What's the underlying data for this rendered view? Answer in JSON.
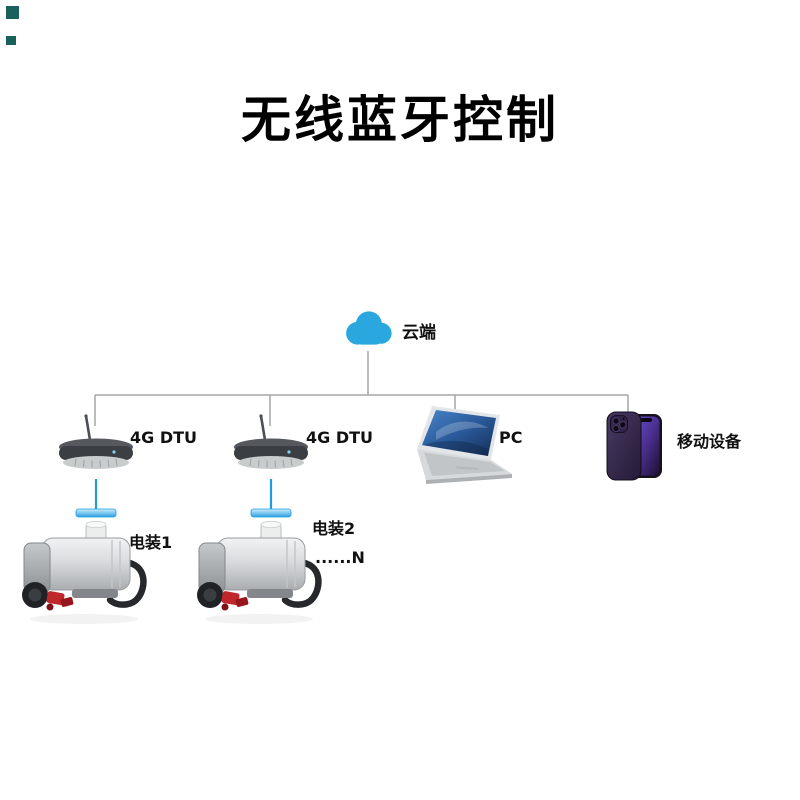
{
  "title": "无线蓝牙控制",
  "nodes": {
    "cloud": {
      "label": "云端"
    },
    "dtu1": {
      "label": "4G DTU"
    },
    "dtu2": {
      "label": "4G DTU"
    },
    "pc": {
      "label": "PC"
    },
    "mobile": {
      "label": "移动设备"
    },
    "actuator1": {
      "label": "电装1"
    },
    "actuator2": {
      "label": "电装2",
      "sublabel": "......N"
    }
  },
  "colors": {
    "title": "#000000",
    "cloud_blue": "#2ba7e0",
    "connector_gray": "#a6a6a6",
    "link_blue": "#1b9de2",
    "label_text": "#111111"
  }
}
